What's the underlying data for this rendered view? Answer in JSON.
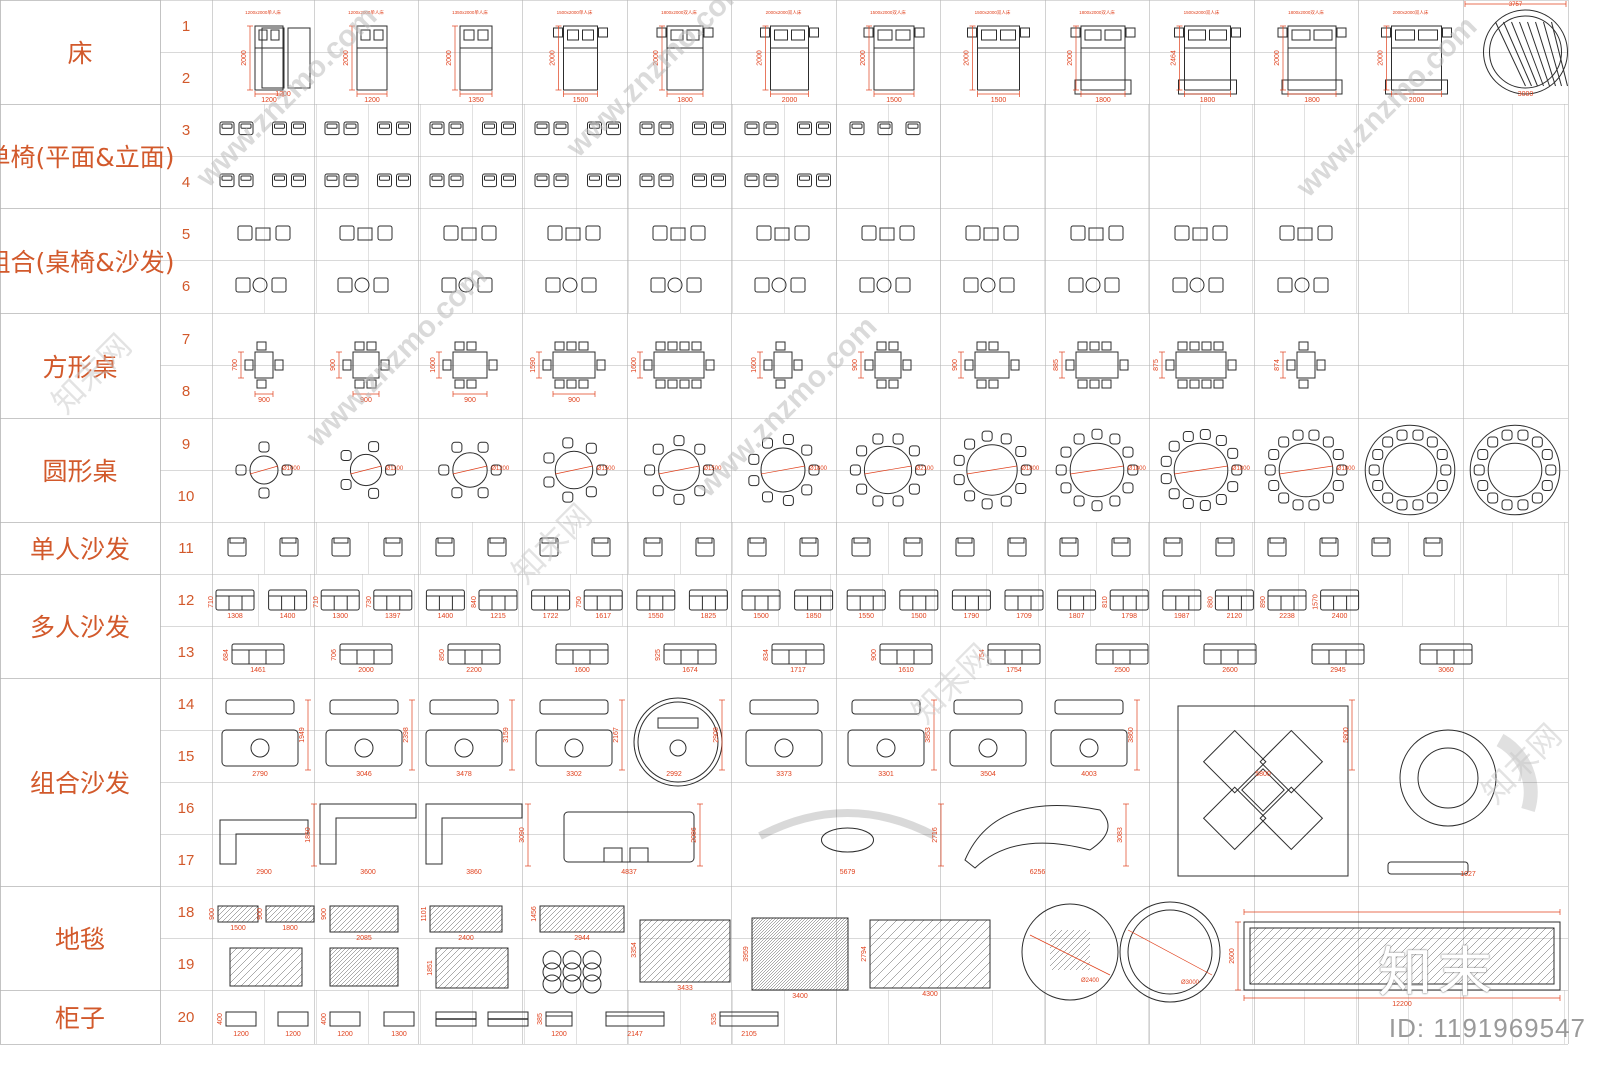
{
  "categories": [
    {
      "label": "床",
      "rows": [
        "1",
        "2"
      ]
    },
    {
      "label": "单椅(平面&立面)",
      "rows": [
        "3",
        "4"
      ]
    },
    {
      "label": "组合(桌椅&沙发)",
      "rows": [
        "5",
        "6"
      ]
    },
    {
      "label": "方形桌",
      "rows": [
        "7",
        "8"
      ]
    },
    {
      "label": "圆形桌",
      "rows": [
        "9",
        "10"
      ]
    },
    {
      "label": "单人沙发",
      "rows": [
        "11"
      ]
    },
    {
      "label": "多人沙发",
      "rows": [
        "12",
        "13"
      ]
    },
    {
      "label": "组合沙发",
      "rows": [
        "14",
        "15",
        "16",
        "17"
      ]
    },
    {
      "label": "地毯",
      "rows": [
        "18",
        "19"
      ]
    },
    {
      "label": "柜子",
      "rows": [
        "20"
      ]
    }
  ],
  "beds": {
    "titles": [
      "1200x2000单人床",
      "1200x2000单人床",
      "1350x2000单人床",
      "1500x2000单人床",
      "1800x2000双人床",
      "2000x2000双人床",
      "1500x2000双人床",
      "1500x2000双人床",
      "1800x2000双人床",
      "1500x2000双人床",
      "1800x2000双人床",
      "2000x2000双人床",
      "3757"
    ],
    "widths": [
      "1200",
      "1200",
      "1350",
      "1500",
      "1800",
      "2000",
      "1500",
      "1500",
      "1800",
      "1800",
      "1800",
      "2000",
      "3000"
    ],
    "extra_width": "1200",
    "heights": [
      "2000",
      "2000",
      "2000",
      "2000",
      "2000",
      "2000",
      "2000",
      "2000",
      "2000",
      "2464",
      "2000",
      "2000"
    ]
  },
  "square_tables": {
    "widths": [
      "900",
      "900",
      "900",
      "900",
      "",
      "",
      "",
      "",
      "",
      "",
      ""
    ],
    "heights": [
      "700",
      "900",
      "1600",
      "1590",
      "1600",
      "1600",
      "900",
      "900",
      "885",
      "875",
      "874"
    ]
  },
  "round_tables": {
    "diameters": [
      "Ø1000",
      "Ø1100",
      "Ø1200",
      "Ø1500",
      "Ø1500",
      "Ø1800",
      "Ø2100",
      "Ø1800",
      "Ø1800",
      "Ø1800",
      "Ø1800",
      "",
      ""
    ]
  },
  "sofas_row12": {
    "widths": [
      "1308",
      "1400",
      "1300",
      "1397",
      "1400",
      "1215",
      "1722",
      "1617",
      "1550",
      "1825",
      "1500",
      "1850",
      "1550",
      "1500",
      "1790",
      "1709",
      "1807",
      "1798",
      "1987",
      "2120",
      "2238",
      "2400"
    ],
    "heights": [
      "710",
      "",
      "710",
      "730",
      "",
      "840",
      "",
      "750",
      "",
      "",
      "",
      "",
      "",
      "",
      "",
      "",
      "",
      "810",
      "",
      "880",
      "890",
      "1570"
    ]
  },
  "sofas_row13": {
    "widths": [
      "1461",
      "2000",
      "2200",
      "1600",
      "1674",
      "1717",
      "1610",
      "1754",
      "2500",
      "2600",
      "2945",
      "3060"
    ],
    "heights": [
      "684",
      "706",
      "850",
      "",
      "925",
      "834",
      "900",
      "754",
      "",
      "",
      "",
      "",
      ""
    ]
  },
  "combo_sofas": {
    "widths_top": [
      "2790",
      "3046",
      "3478",
      "3302",
      "2992",
      "3373",
      "3301",
      "3504",
      "4003",
      "5800",
      "1027"
    ],
    "heights_top": [
      "1949",
      "2398",
      "3159",
      "2167",
      "2908",
      "",
      "3853",
      "",
      "3860",
      "5800"
    ],
    "widths_bottom": [
      "2900",
      "3600",
      "3860",
      "4837",
      "5679",
      "6256"
    ],
    "heights_bottom": [
      "1850",
      "",
      "3090",
      "2086",
      "2716",
      "3083"
    ]
  },
  "rugs": {
    "widths_top": [
      "1500",
      "1800",
      "2085",
      "2400",
      "2944",
      "",
      "",
      "",
      "",
      ""
    ],
    "heights_top": [
      "900",
      "900",
      "900",
      "1101",
      "1456",
      "",
      "",
      "",
      "",
      "2600"
    ],
    "widths_bottom": [
      "",
      "",
      "3433",
      "3400",
      "4300",
      "Ø2400",
      "Ø3000",
      "12200"
    ],
    "heights_bottom": [
      "",
      "1851",
      "3354",
      "3959",
      "2794"
    ]
  },
  "cabinets": {
    "widths": [
      "1200",
      "1200",
      "1200",
      "1300",
      "",
      "",
      "1200",
      "2147",
      "2105"
    ],
    "heights": [
      "400",
      "",
      "400",
      "",
      "",
      "",
      "385",
      "",
      "535"
    ]
  },
  "watermarks": [
    "www.znzmo.com",
    "www.znzmo.com",
    "知末网",
    "www.znzmo.com",
    "知末网",
    "www.znzmo.com",
    "www.znzmo.com",
    "知末网",
    "知末网"
  ],
  "brand_mark": "知末",
  "id_label": "ID: 1191969547",
  "colors": {
    "accent": "#d2592b",
    "grid": "#b4b4b4",
    "drawing": "#2d2d2d",
    "dimension": "#e0401c"
  }
}
